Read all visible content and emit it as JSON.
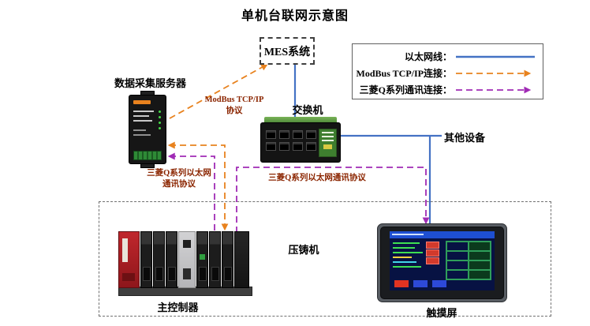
{
  "title": "单机台联网示意图",
  "legend": {
    "items": [
      {
        "id": "ethernet",
        "label": "以太网线：",
        "line_style": "solid",
        "color": "#4472C4"
      },
      {
        "id": "modbus",
        "label": "ModBus TCP/IP连接：",
        "line_style": "dashed-arrow",
        "color": "#E8821E"
      },
      {
        "id": "mitsubishi-q",
        "label": "三菱Q系列通讯连接：",
        "line_style": "dashed-arrow",
        "color": "#A02BB5"
      }
    ]
  },
  "nodes": {
    "mes": {
      "label": "MES系统"
    },
    "data_server": {
      "label": "数据采集服务器"
    },
    "switch": {
      "label": "交换机"
    },
    "other_devices": {
      "label": "其他设备"
    },
    "main_controller": {
      "label": "主控制器"
    },
    "die_casting_machine": {
      "label": "压铸机"
    },
    "touch_screen": {
      "label": "触摸屏"
    }
  },
  "annotations": {
    "modbus": {
      "line1": "ModBus TCP/IP",
      "line2": "协议"
    },
    "mitsubishi_left": {
      "line1": "三菱Q系列以太网",
      "line2": "通讯协议"
    },
    "mitsubishi_right": {
      "line1": "三菱Q系列以太网通讯协议"
    }
  },
  "colors": {
    "ethernet": "#4472C4",
    "modbus": "#E8821E",
    "mitsubishi_q": "#A02BB5",
    "protocol_label": "#8B2500"
  }
}
